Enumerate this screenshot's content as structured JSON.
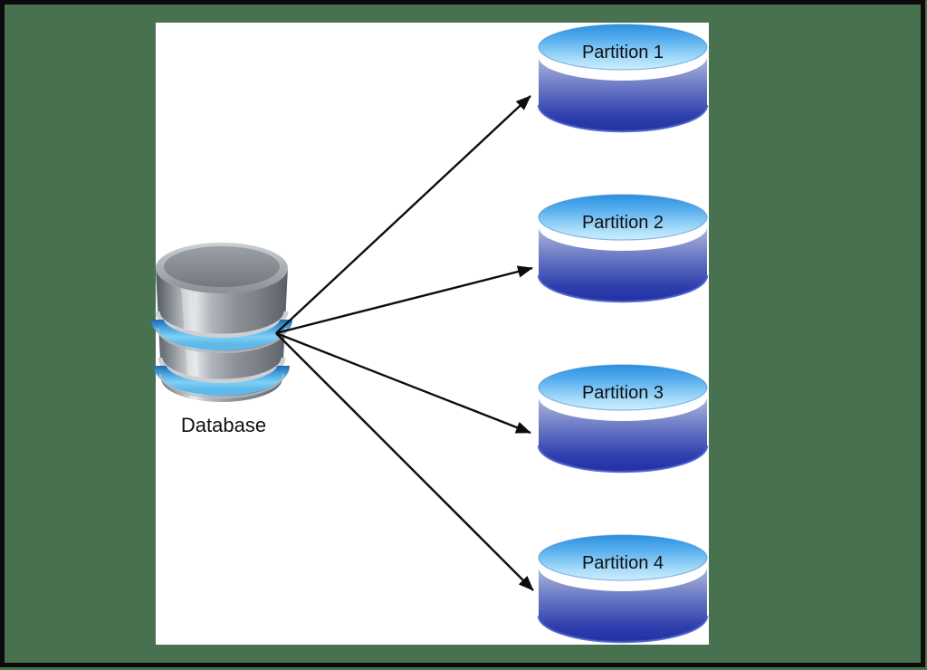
{
  "diagram": {
    "type": "database-partitioning",
    "source": {
      "label": "Database"
    },
    "partitions": [
      {
        "label": "Partition 1"
      },
      {
        "label": "Partition 2"
      },
      {
        "label": "Partition 3"
      },
      {
        "label": "Partition 4"
      }
    ],
    "arrows": [
      {
        "from": "Database",
        "to": "Partition 1"
      },
      {
        "from": "Database",
        "to": "Partition 2"
      },
      {
        "from": "Database",
        "to": "Partition 3"
      },
      {
        "from": "Database",
        "to": "Partition 4"
      }
    ],
    "colors": {
      "slide_background": "#48714f",
      "frame_border": "#0b0b0b",
      "canvas": "#ffffff",
      "arrow": "#0d0d0d",
      "partition_cap_top": "#2b8fdf",
      "partition_cap_bottom": "#cfeefd",
      "partition_body_top": "#aeb8da",
      "partition_body_bottom": "#2231a2",
      "database_gray_highlight": "#e3e5e8",
      "database_gray_shadow": "#54595f",
      "database_band_blue": "#7fd0f4"
    }
  }
}
